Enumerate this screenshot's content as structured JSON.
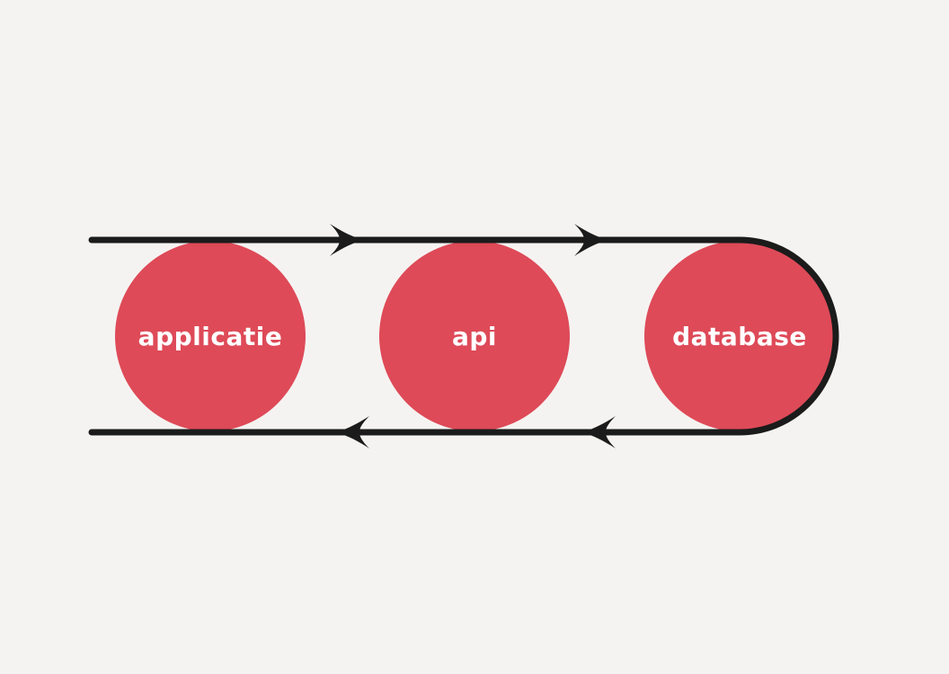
{
  "diagram": {
    "type": "flow-loop",
    "nodes": [
      {
        "id": "applicatie",
        "label": "applicatie"
      },
      {
        "id": "api",
        "label": "api"
      },
      {
        "id": "database",
        "label": "database"
      }
    ],
    "arrows": {
      "top_direction": "right",
      "bottom_direction": "left",
      "top_count": 2,
      "bottom_count": 2
    },
    "colors": {
      "background": "#F5F3F1",
      "node_fill": "#DE4A58",
      "node_label": "#FFFFFF",
      "line": "#1B1B1B"
    }
  }
}
